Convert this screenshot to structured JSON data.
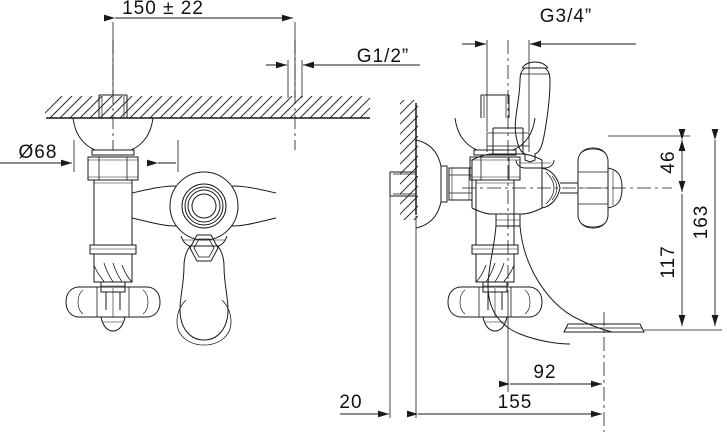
{
  "drawing": {
    "title": "Wall-mounted bath shower mixer tap — dimensioned technical drawing",
    "units": "mm",
    "line_color": "#1a1a1a",
    "background_color": "#ffffff",
    "views": [
      {
        "name": "front-view",
        "label": ""
      },
      {
        "name": "side-view",
        "label": ""
      }
    ]
  },
  "dimensions": {
    "centre_distance": "150  ±  22",
    "inlet_thread": "G1/2”",
    "outlet_thread": "G3/4”",
    "flange_diameter": "Ø68",
    "handle_height_above_axis": "46",
    "axis_to_spout_base": "117",
    "total_height": "163",
    "wall_to_thread_end": "20",
    "wall_to_spout_end": "155",
    "body_axis_to_spout_end": "92"
  },
  "labels": [
    {
      "name": "dim-150",
      "text": "150  ±  22"
    },
    {
      "name": "dim-g12",
      "text": "G1/2”"
    },
    {
      "name": "dim-g34",
      "text": "G3/4”"
    },
    {
      "name": "dim-d68",
      "text": "Ø68"
    },
    {
      "name": "dim-46",
      "text": "46"
    },
    {
      "name": "dim-163",
      "text": "163"
    },
    {
      "name": "dim-117",
      "text": "117"
    },
    {
      "name": "dim-20",
      "text": "20"
    },
    {
      "name": "dim-155",
      "text": "155"
    },
    {
      "name": "dim-92",
      "text": "92"
    }
  ]
}
